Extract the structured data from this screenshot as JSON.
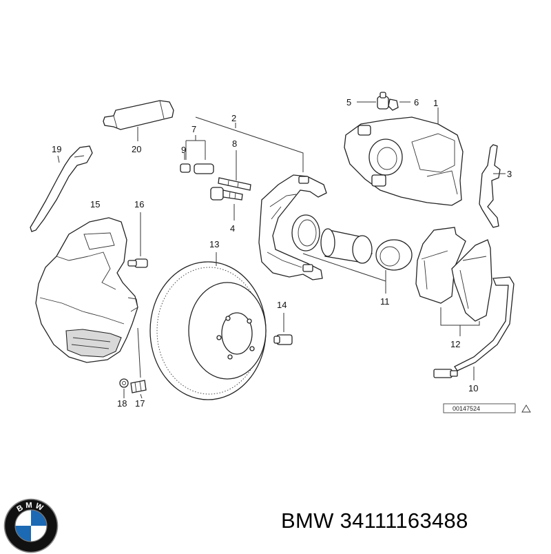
{
  "diagram": {
    "callouts": [
      "1",
      "2",
      "3",
      "4",
      "5",
      "6",
      "7",
      "8",
      "9",
      "10",
      "11",
      "12",
      "13",
      "14",
      "15",
      "16",
      "17",
      "18",
      "19",
      "20"
    ],
    "reference_number": "00147524"
  },
  "product": {
    "brand": "BMW",
    "part_number": "34111163488"
  },
  "logo": {
    "lettering": "BMW",
    "colors": {
      "blue": "#1c69b4",
      "white": "#ffffff",
      "ring": "#111111",
      "outline": "#888888"
    }
  }
}
